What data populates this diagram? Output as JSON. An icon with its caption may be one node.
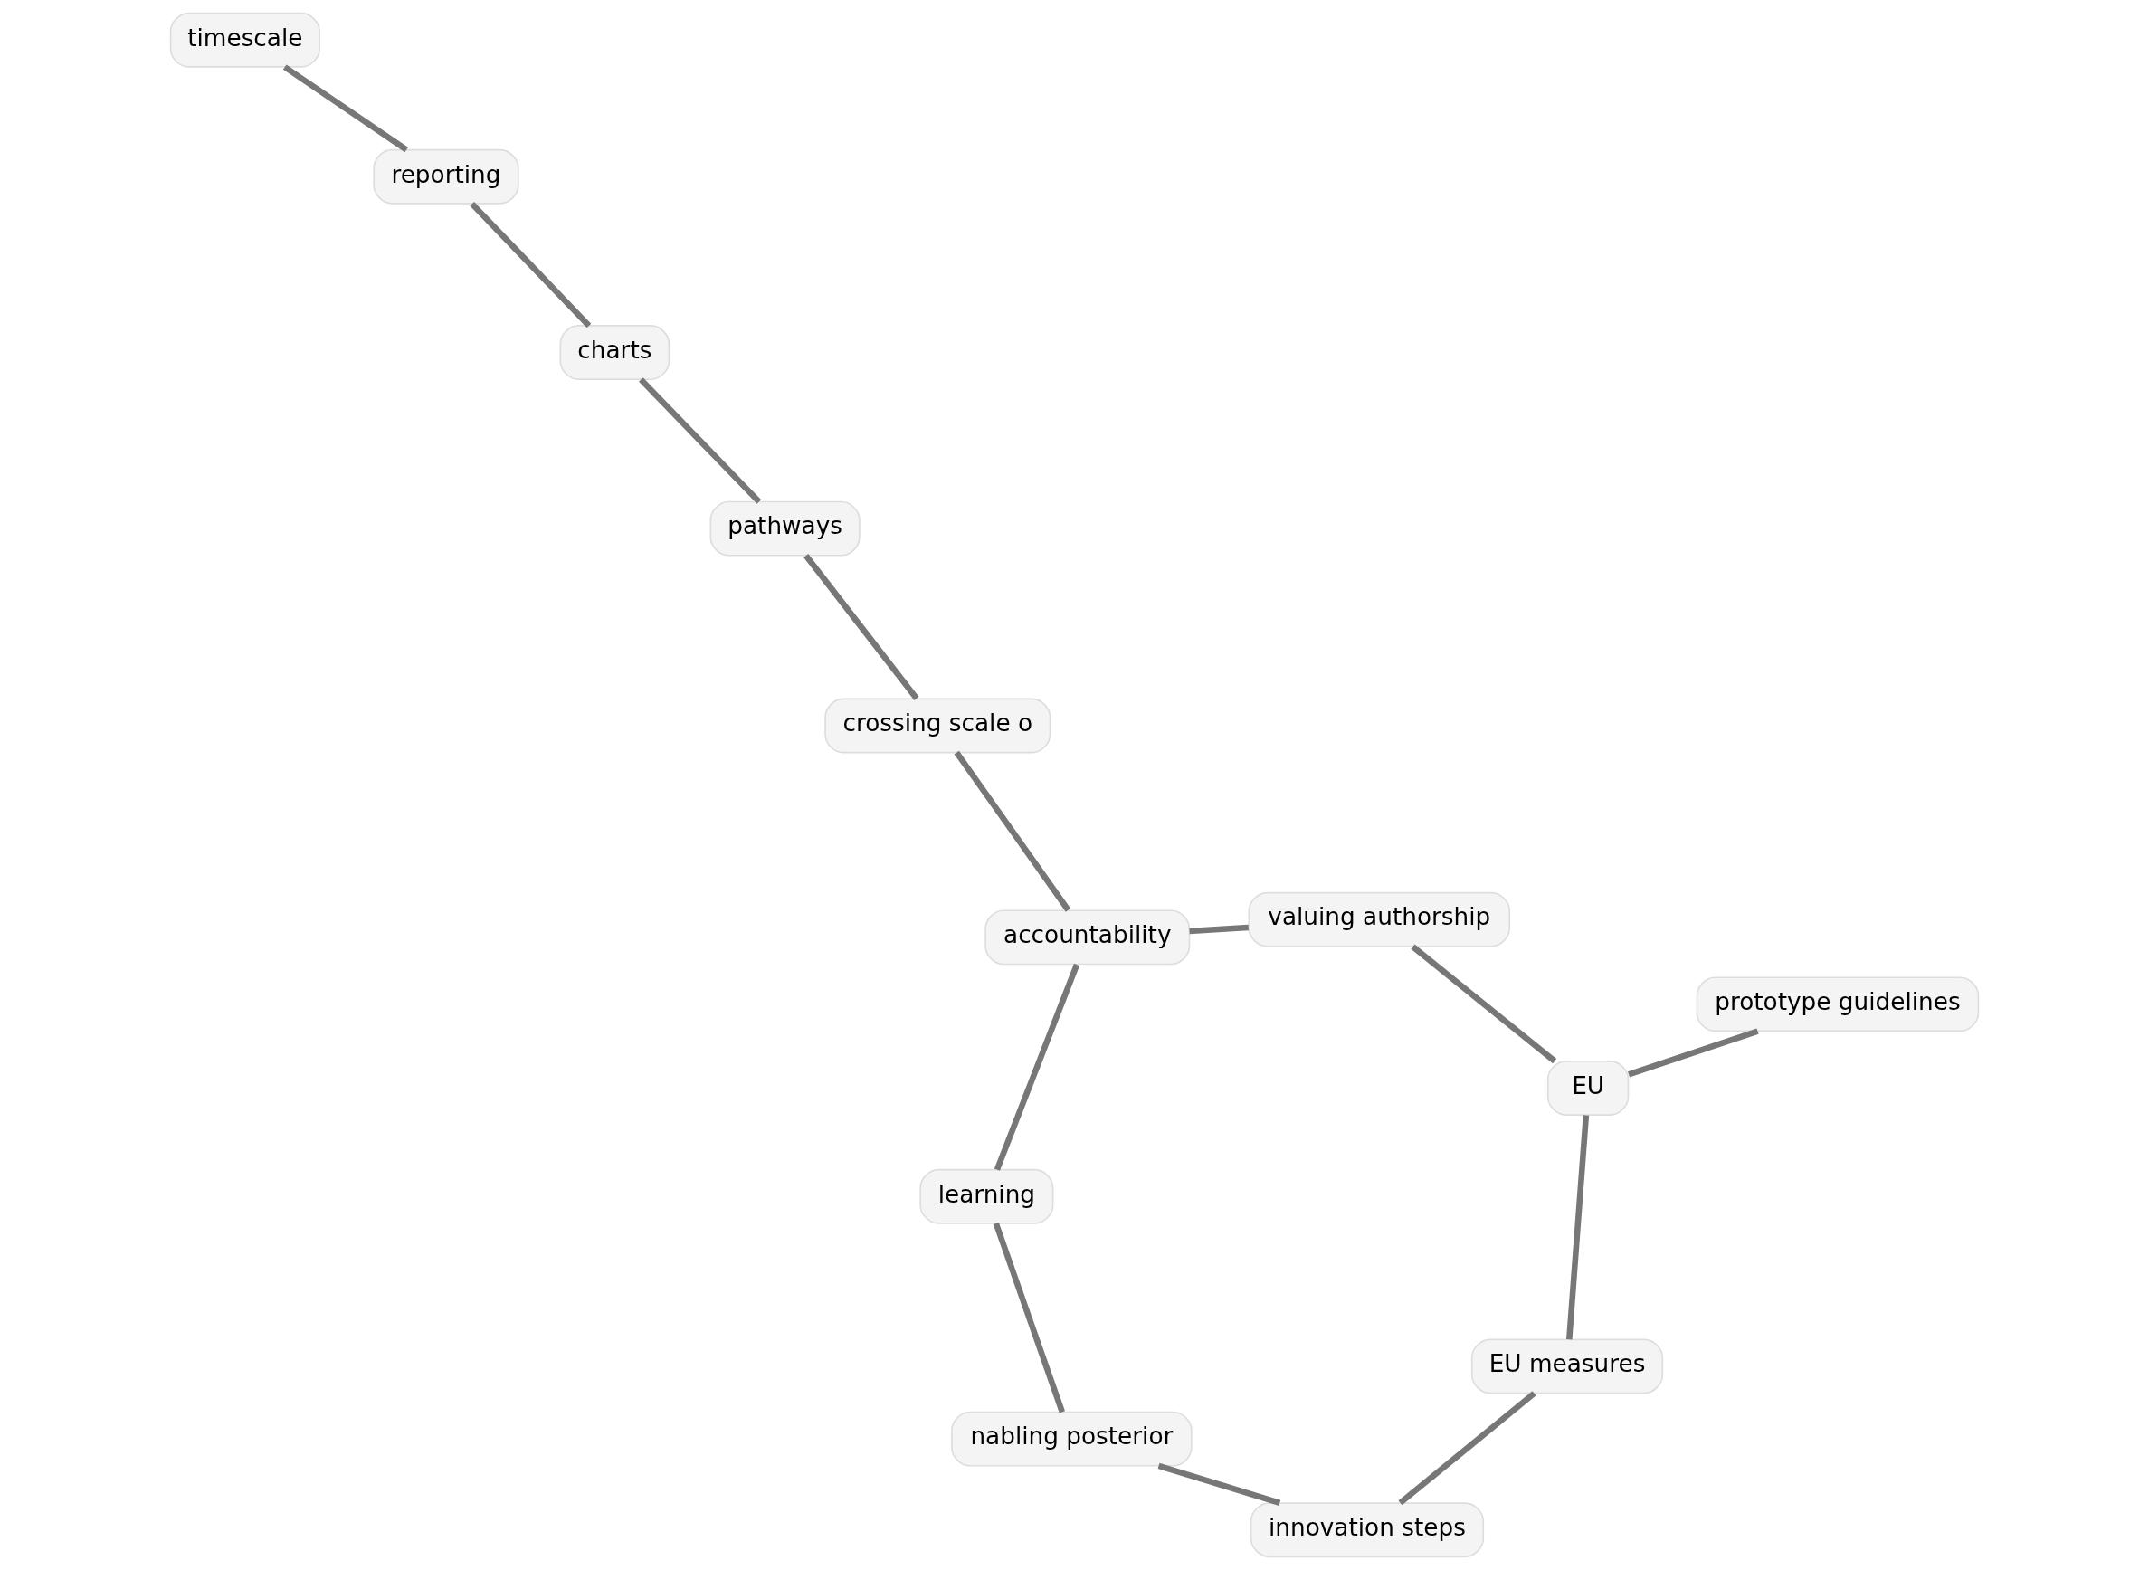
{
  "diagram": {
    "nodes": [
      {
        "text": [
          "timescale"
        ]
      },
      {
        "text": [
          "reporting"
        ]
      },
      {
        "text": [
          "charts"
        ]
      },
      {
        "text": [
          "pathways"
        ]
      },
      {
        "text": [
          "crossing scale o"
        ]
      },
      {
        "text": [
          "accountability"
        ]
      },
      {
        "text": [
          "learning"
        ]
      },
      {
        "text": [
          "nabling posterior"
        ]
      },
      {
        "text": [
          "innovation steps"
        ]
      },
      {
        "text": [
          "valuing authorship"
        ]
      },
      {
        "text": [
          "EU"
        ]
      },
      {
        "text": [
          "EU measures"
        ]
      },
      {
        "text": [
          "prototype guidelines"
        ]
      }
    ],
    "edges": [
      {
        "from": 0,
        "to": 1,
        "arrow": "none"
      },
      {
        "from": 1,
        "to": 2,
        "arrow": "none"
      },
      {
        "from": 2,
        "to": 3,
        "arrow": "none"
      },
      {
        "from": 3,
        "to": 4,
        "arrow": "none"
      },
      {
        "from": 4,
        "to": 5,
        "arrow": "none"
      },
      {
        "from": 5,
        "to": 6,
        "arrow": "none"
      },
      {
        "from": 6,
        "to": 7,
        "arrow": "none"
      },
      {
        "from": 7,
        "to": 8,
        "arrow": "none"
      },
      {
        "from": 5,
        "to": 9,
        "arrow": "none"
      },
      {
        "from": 9,
        "to": 10,
        "arrow": "none"
      },
      {
        "from": 10,
        "to": 11,
        "arrow": "none"
      },
      {
        "from": 11,
        "to": 8,
        "arrow": "none"
      },
      {
        "from": 10,
        "to": 12,
        "arrow": "none"
      }
    ]
  }
}
